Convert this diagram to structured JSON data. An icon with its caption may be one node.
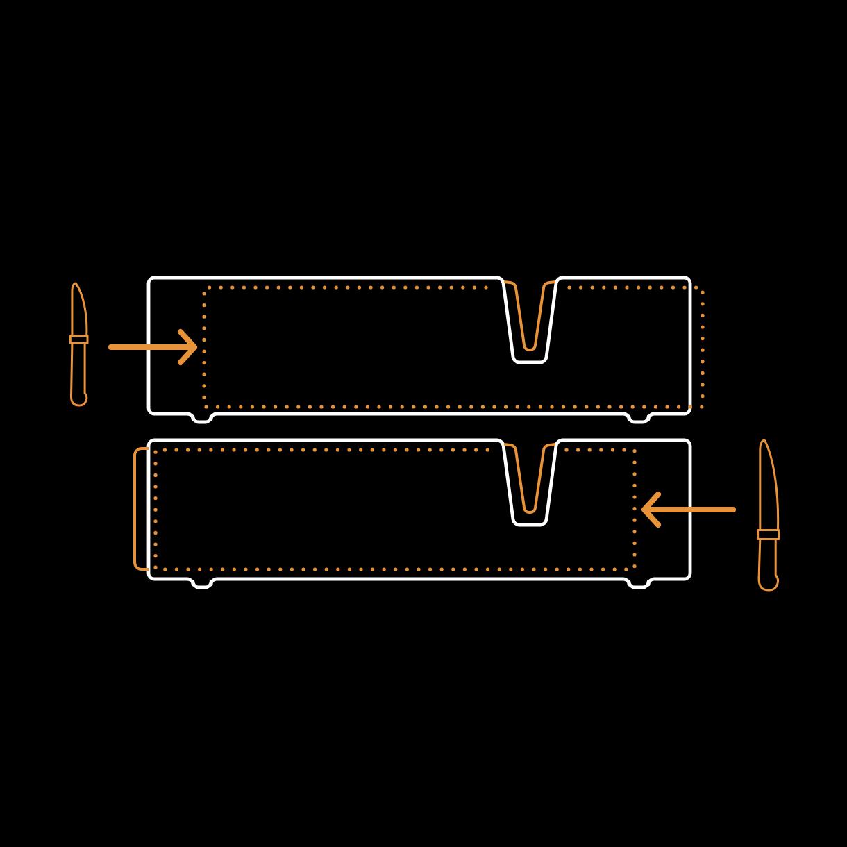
{
  "diagram": {
    "nodes": [
      {
        "text": [],
        "shape": "picture"
      },
      {
        "text": [],
        "shape": "picture"
      },
      {
        "text": [],
        "shape": "box",
        "in": 1
      },
      {
        "text": [],
        "shape": "picture"
      },
      {
        "text": [],
        "shape": "box",
        "in": 3
      },
      {
        "text": [],
        "shape": "picture"
      }
    ],
    "edges": [
      {
        "from": 0,
        "to": 2,
        "arrow": "to"
      },
      {
        "from": 5,
        "to": 4,
        "arrow": "to"
      }
    ]
  }
}
